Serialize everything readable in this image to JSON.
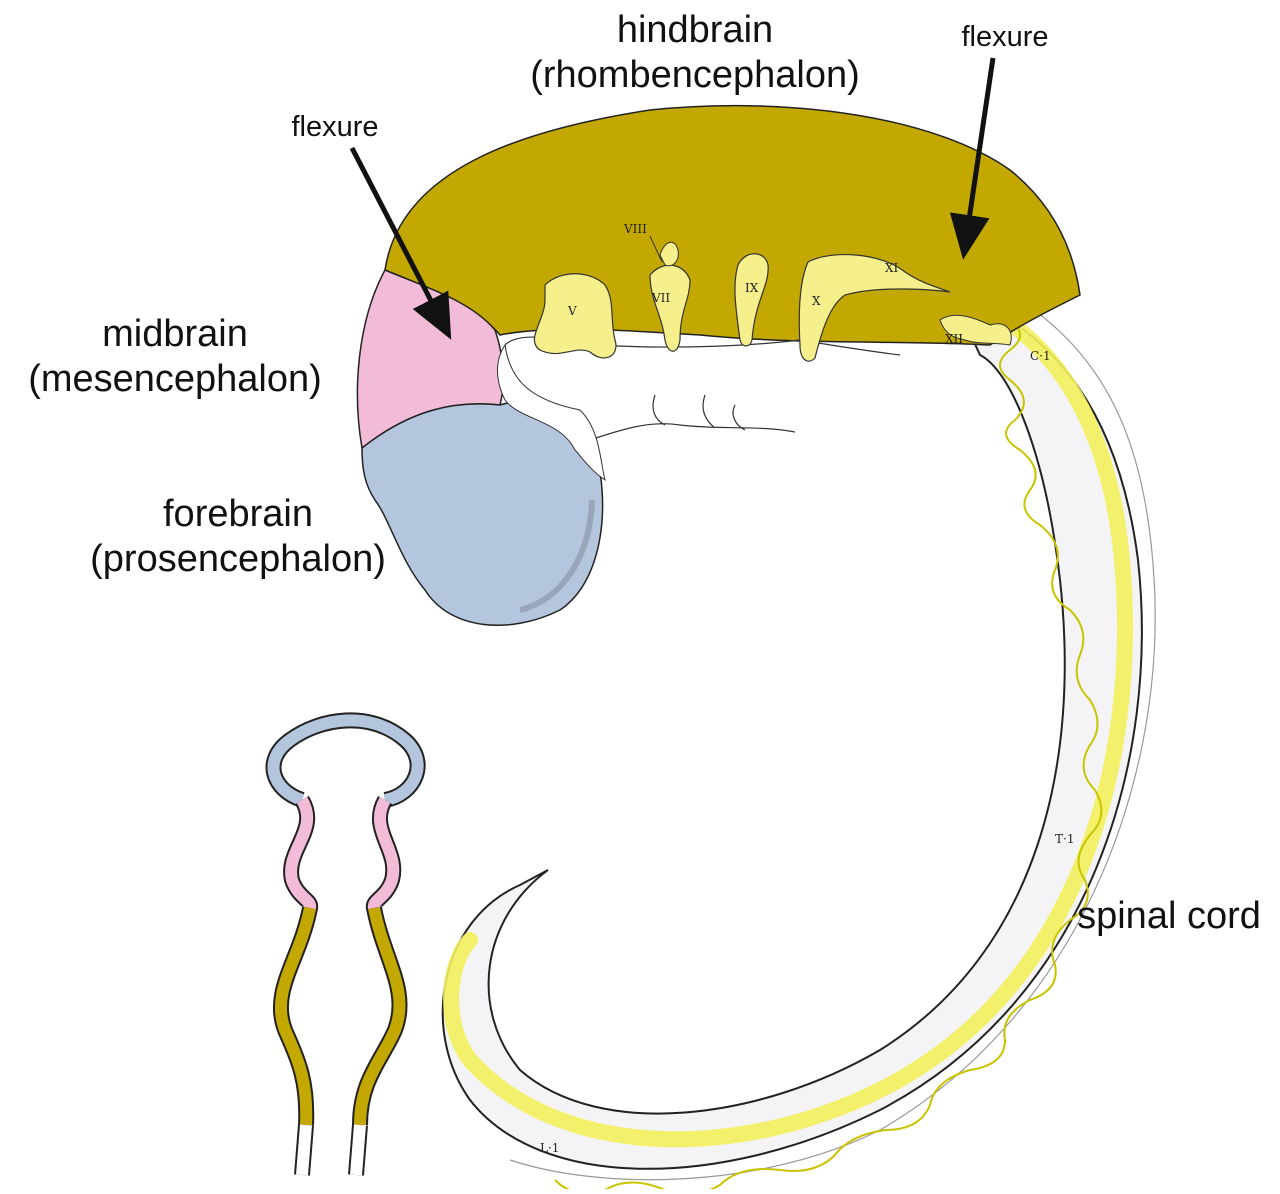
{
  "labels": {
    "hindbrain": "hindbrain",
    "hindbrain_latin": "(rhombencephalon)",
    "midbrain": "midbrain",
    "midbrain_latin": "(mesencephalon)",
    "forebrain": "forebrain",
    "forebrain_latin": "(prosencephalon)",
    "flexure_left": "flexure",
    "flexure_right": "flexure",
    "spinal_cord": "spinal cord"
  },
  "nerve_labels": {
    "V": "V",
    "VII": "VII",
    "VIII": "VIII",
    "IX": "IX",
    "X": "X",
    "XI": "XI",
    "XII": "XII"
  },
  "segment_labels": {
    "C1": "C·1",
    "T1": "T·1",
    "L1": "L·1"
  },
  "colors": {
    "hindbrain": "#c2a800",
    "midbrain": "#f2bcd8",
    "forebrain": "#b4c6dd",
    "nerve_yellow": "#f6f08c",
    "cord_fill": "#f4f4f6",
    "cord_line": "#f2ee55",
    "outline": "#222222"
  }
}
